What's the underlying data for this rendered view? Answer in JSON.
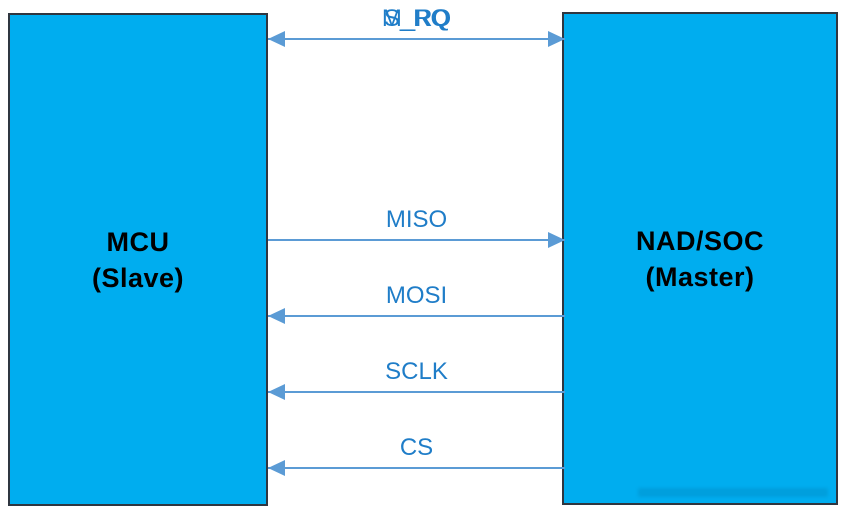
{
  "diagram": {
    "left_box": {
      "title": "MCU",
      "subtitle": "(Slave)"
    },
    "right_box": {
      "title": "NAD/SOC",
      "subtitle": "(Master)"
    },
    "signals": [
      {
        "label": "MISO",
        "direction": "to-master"
      },
      {
        "label": "MOSI",
        "direction": "to-slave"
      },
      {
        "label": "SCLK",
        "direction": "to-slave"
      },
      {
        "label": "CS",
        "direction": "to-slave"
      },
      {
        "label": "S_RQ",
        "direction": "to-master"
      },
      {
        "label": "M_RQ",
        "direction": "to-slave"
      }
    ],
    "colors": {
      "box_fill": "#00ADEF",
      "box_border": "#2F3640",
      "arrow": "#5B9BD5",
      "signal_label": "#1F7DC8",
      "box_text": "#000000",
      "background": "#FFFFFF"
    }
  }
}
